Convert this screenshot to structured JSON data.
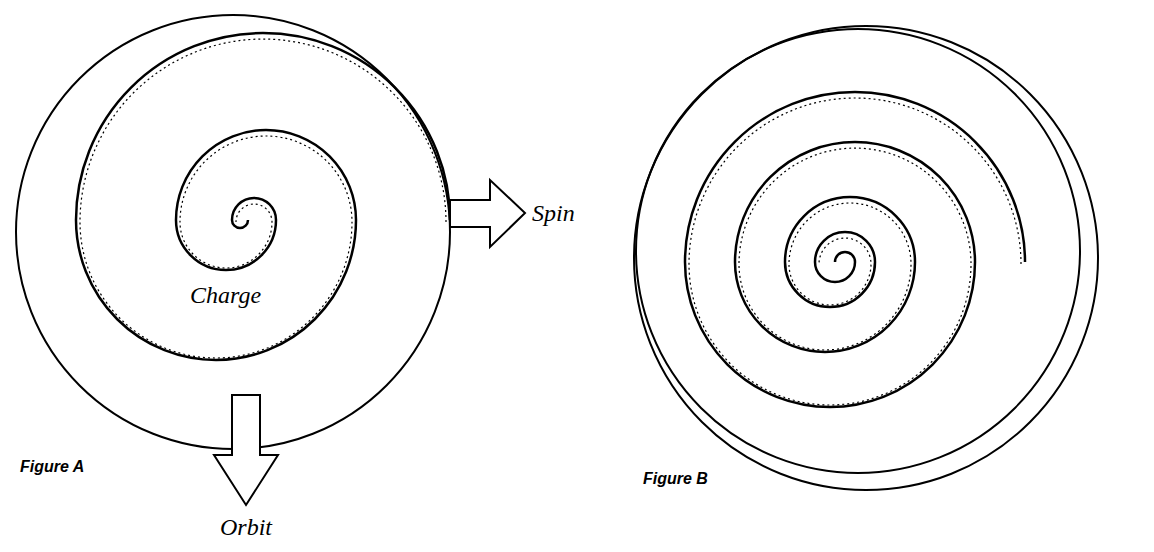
{
  "diagram": {
    "labels": [
      "Charge",
      "Spin",
      "Orbit",
      "Figure A",
      "Figure B"
    ]
  }
}
